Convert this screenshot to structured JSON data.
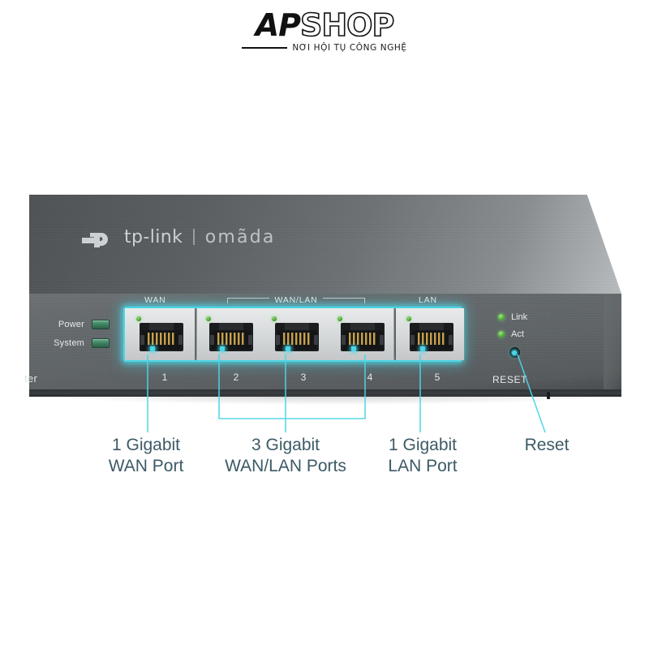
{
  "brand": {
    "word_solid": "AP",
    "word_outline": "SHOP",
    "tagline": "NƠI HỘI TỤ CÔNG NGHỆ"
  },
  "device": {
    "top_logo": {
      "vendor": "tp-link",
      "divider": "|",
      "line": "omãda"
    },
    "status_indicators": [
      {
        "label": "Power"
      },
      {
        "label": "System"
      }
    ],
    "partial_left_text": "ter",
    "port_headers": {
      "wan": "WAN",
      "wan_lan": "WAN/LAN",
      "lan": "LAN"
    },
    "port_numbers": [
      "1",
      "2",
      "3",
      "4",
      "5"
    ],
    "right_leds": [
      {
        "label": "Link"
      },
      {
        "label": "Act"
      }
    ],
    "reset_label": "RESET"
  },
  "callouts": [
    {
      "id": "wan-port",
      "line1": "1 Gigabit",
      "line2": "WAN Port",
      "text": "1 Gigabit\nWAN Port"
    },
    {
      "id": "wan-lan-ports",
      "line1": "3 Gigabit",
      "line2": "WAN/LAN Ports",
      "text": "3 Gigabit\nWAN/LAN Ports"
    },
    {
      "id": "lan-port",
      "line1": "1 Gigabit",
      "line2": "LAN Port",
      "text": "1 Gigabit\nLAN Port"
    },
    {
      "id": "reset",
      "line1": "Reset",
      "line2": "",
      "text": "Reset"
    }
  ],
  "colors": {
    "accent_cyan": "#4bd5e6",
    "callout_text": "#3c5a66",
    "led_green": "#52ad3a",
    "device_body": "#5e6366",
    "background": "#ffffff"
  }
}
